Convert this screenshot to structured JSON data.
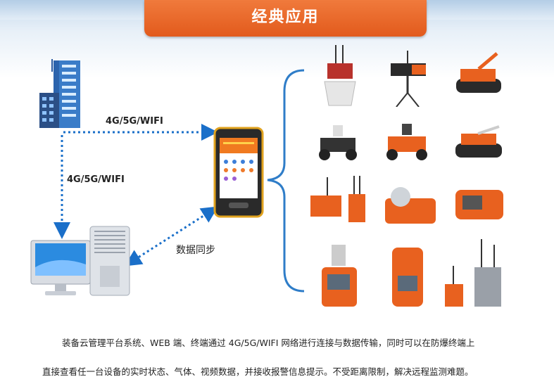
{
  "title": "经典应用",
  "links": {
    "cloud_to_terminal": "4G/5G/WIFI",
    "cloud_to_pc": "4G/5G/WIFI",
    "terminal_pc_sync": "数据同步"
  },
  "nodes": {
    "cloud": "building-server-icon",
    "terminal": "explosion-proof-handheld-terminal",
    "pc": "desktop-computer-icon"
  },
  "devices": [
    "siren-beacon-device",
    "ptz-camera-tripod",
    "crawler-robot-arm",
    "wheeled-patrol-robot",
    "wheeled-robot-orange",
    "crawler-firefighting-robot",
    "portable-control-box",
    "dome-camera-case",
    "gas-analyzer-box",
    "gas-detector-with-sensor",
    "handheld-gas-detector",
    "wireless-monitor-stations"
  ],
  "caption": {
    "line1": "装备云管理平台系统、WEB 端、终端通过 4G/5G/WIFI 网络进行连接与数据传输，同时可以在防爆终端上",
    "line2": "直接查看任一台设备的实时状态、气体、视频数据，并接收报警信息提示。不受距离限制，解决远程监测难题。"
  },
  "colors": {
    "accent": "#e8611f",
    "link": "#1a6fc9",
    "bracket": "#2f7dc8"
  }
}
